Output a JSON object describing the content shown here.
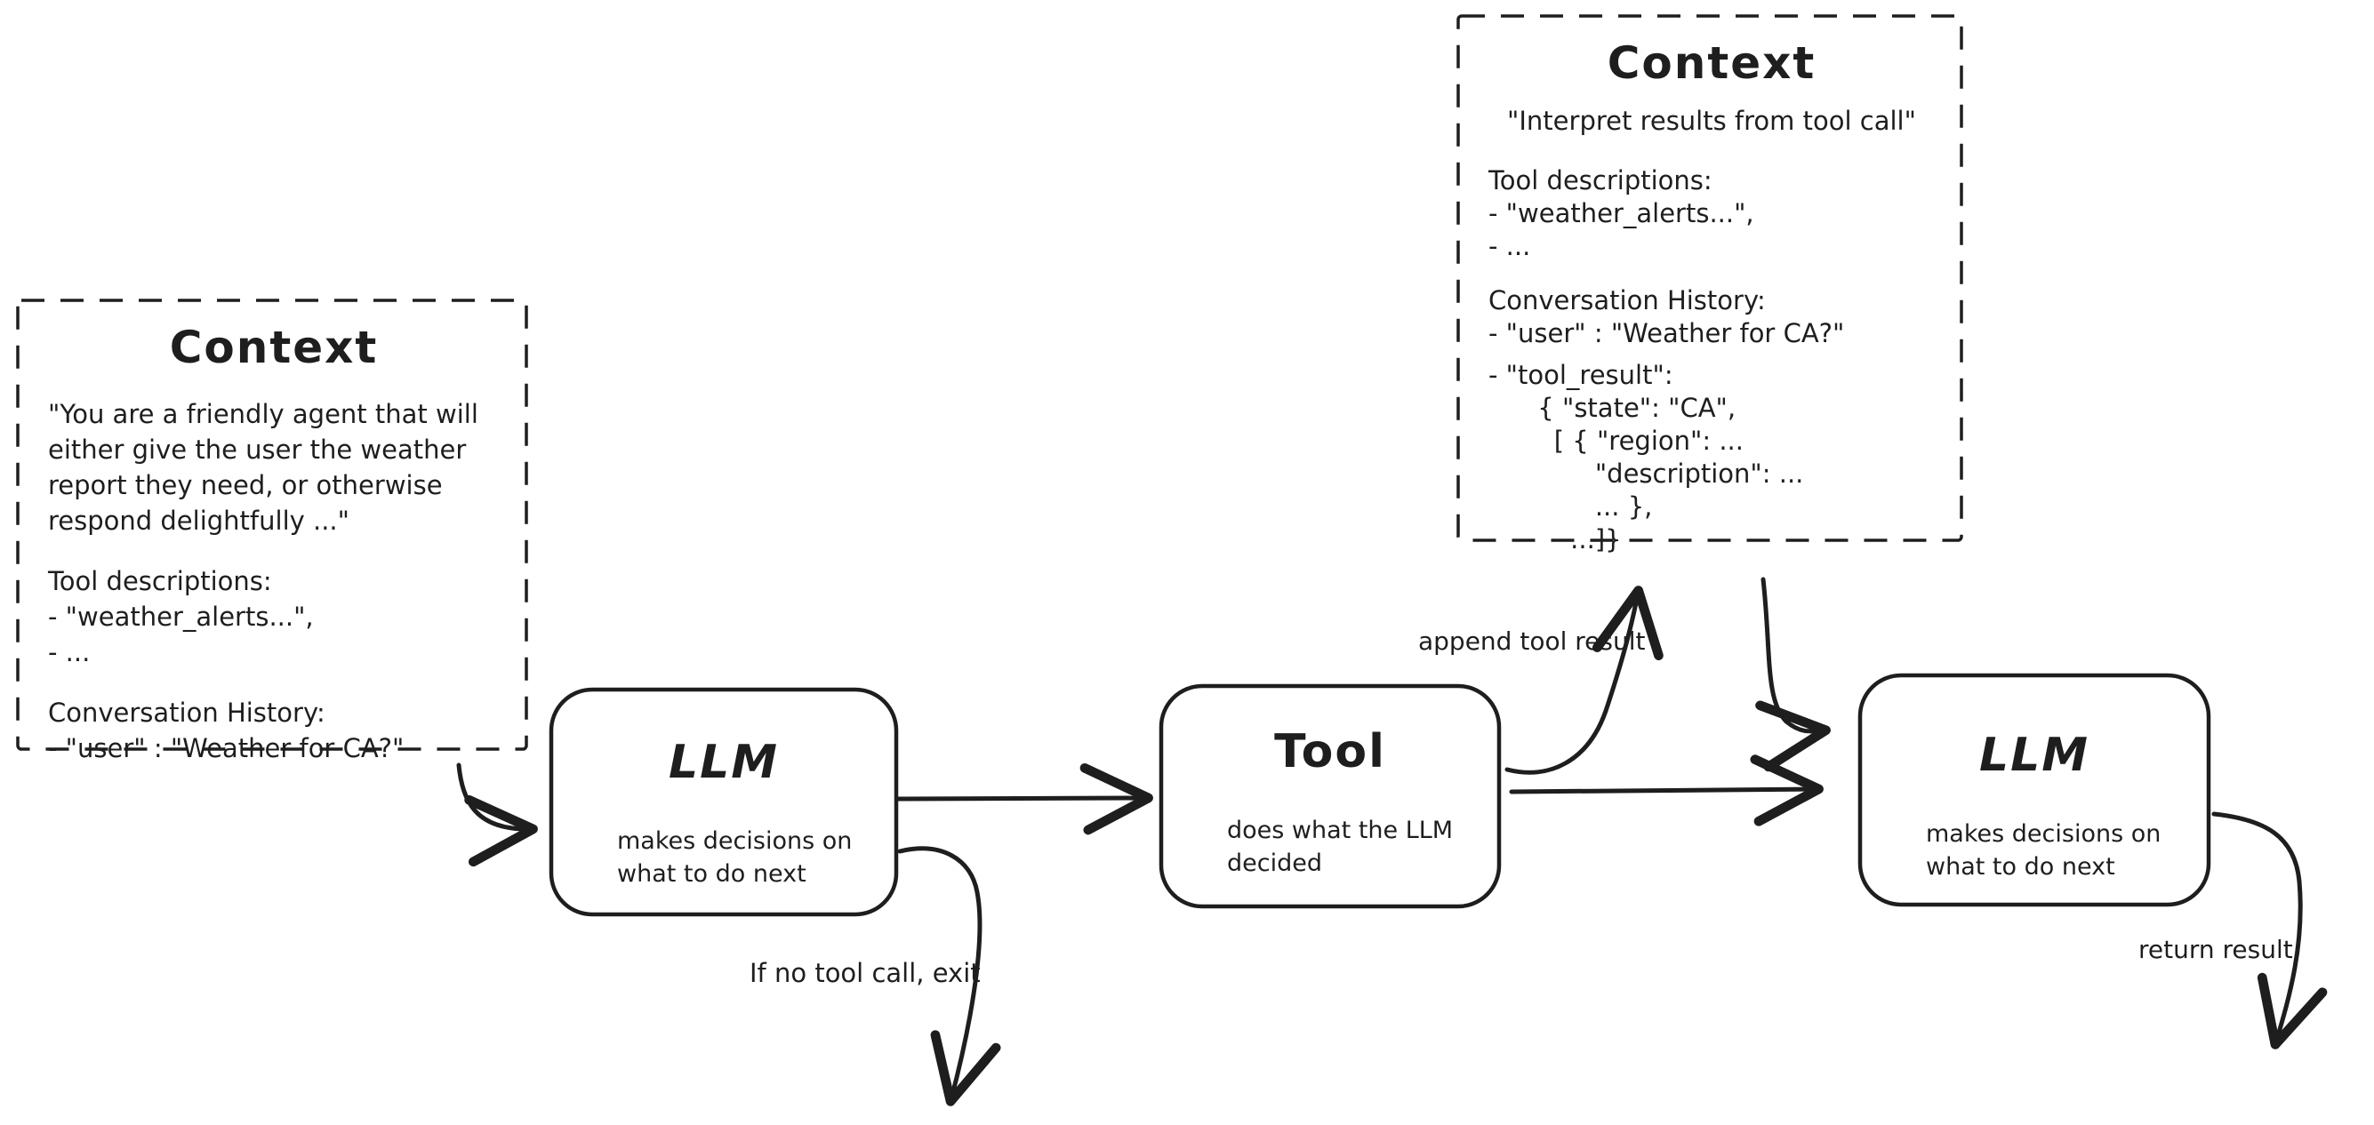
{
  "diagram": {
    "colors": {
      "stroke": "#1e1e1e",
      "background": "#ffffff"
    },
    "context1": {
      "title": "Context",
      "system_prompt": "\"You are a friendly agent that will\neither give the user the weather\nreport they need, or otherwise\nrespond delightfully ...\"",
      "tool_descriptions": "Tool descriptions:\n- \"weather_alerts...\",\n- ...",
      "conversation_history": "Conversation History:\n- \"user\" : \"Weather for CA?\""
    },
    "context2": {
      "title": "Context",
      "instruction": "\"Interpret results from tool call\"",
      "tool_descriptions": "Tool descriptions:\n- \"weather_alerts...\",\n- ...",
      "conversation_history": "Conversation History:\n- \"user\" : \"Weather for CA?\"",
      "tool_result": "- \"tool_result\":\n      { \"state\": \"CA\",\n        [ { \"region\": ...\n             \"description\": ...\n             ... },\n          ...]}"
    },
    "llm1": {
      "title": "LLM",
      "subtitle": "makes decisions on\nwhat to do next"
    },
    "tool": {
      "title": "Tool",
      "subtitle": "does what the LLM\ndecided"
    },
    "llm2": {
      "title": "LLM",
      "subtitle": "makes decisions on\nwhat to do next"
    },
    "edge_labels": {
      "append_tool_result": "append tool result",
      "if_no_tool_call_exit": "If no tool call, exit",
      "return_result": "return result"
    }
  }
}
